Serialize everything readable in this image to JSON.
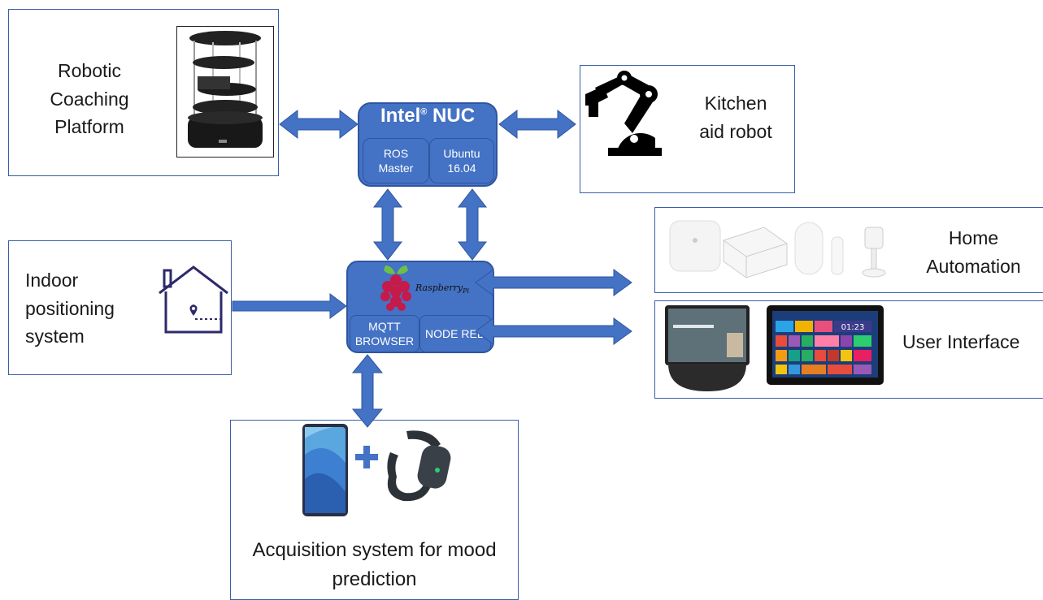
{
  "robotic": {
    "line1": "Robotic",
    "line2": "Coaching",
    "line3": "Platform"
  },
  "kitchen": {
    "line1": "Kitchen",
    "line2": "aid robot"
  },
  "indoor": {
    "line1": "Indoor",
    "line2": "positioning",
    "line3": "system"
  },
  "home": {
    "line1": "Home",
    "line2": "Automation"
  },
  "ui": {
    "label": "User Interface"
  },
  "acq": {
    "line1": "Acquisition system for mood",
    "line2": "prediction"
  },
  "nuc": {
    "title": "Intel",
    "reg": "®",
    "title2": " NUC",
    "cell1a": "ROS",
    "cell1b": "Master",
    "cell2a": "Ubuntu",
    "cell2b": "16.04"
  },
  "rpi": {
    "brand": "Raspberry",
    "brand_sub": "Pi",
    "cell1a": "MQTT",
    "cell1b": "BROWSER",
    "cell2": "NODE RED"
  },
  "tablet": {
    "time": "01:23"
  },
  "colors": {
    "accent": "#4472c4",
    "border": "#3a5ea8"
  }
}
